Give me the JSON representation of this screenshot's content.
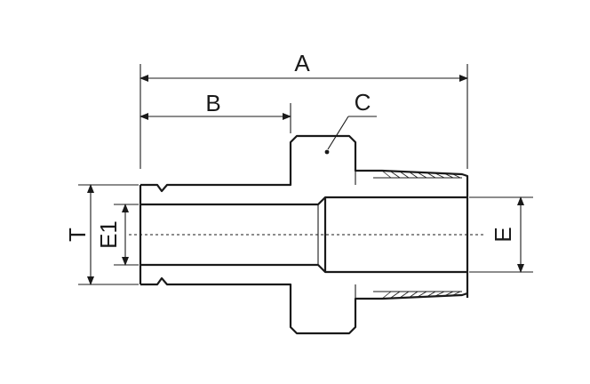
{
  "labels": {
    "a": "A",
    "b": "B",
    "c": "C",
    "t": "T",
    "e1": "E1",
    "e": "E"
  },
  "colors": {
    "line": "#1a1a1a",
    "background": "#ffffff"
  }
}
